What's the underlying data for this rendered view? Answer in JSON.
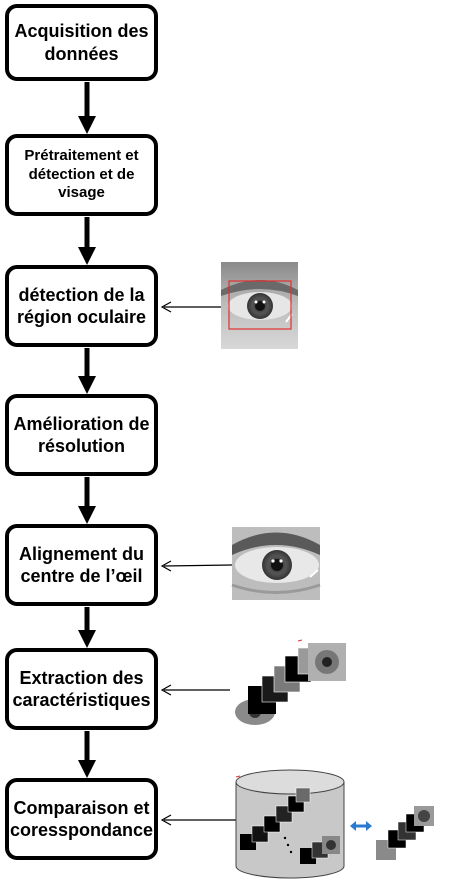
{
  "steps": [
    {
      "label": "Acquisition des données"
    },
    {
      "label": "Prétraitement et détection et de visage"
    },
    {
      "label": "détection de la région oculaire"
    },
    {
      "label": "Amélioration de résolution"
    },
    {
      "label": "Alignement du centre de l’œil"
    },
    {
      "label": "Extraction des caractéristiques"
    },
    {
      "label": "Comparaison et coresspondance"
    }
  ],
  "colors": {
    "box_border": "#000000",
    "detection_rect": "#e03030",
    "double_arrow": "#2a7ad0",
    "database_fill": "#c8c8c8"
  }
}
